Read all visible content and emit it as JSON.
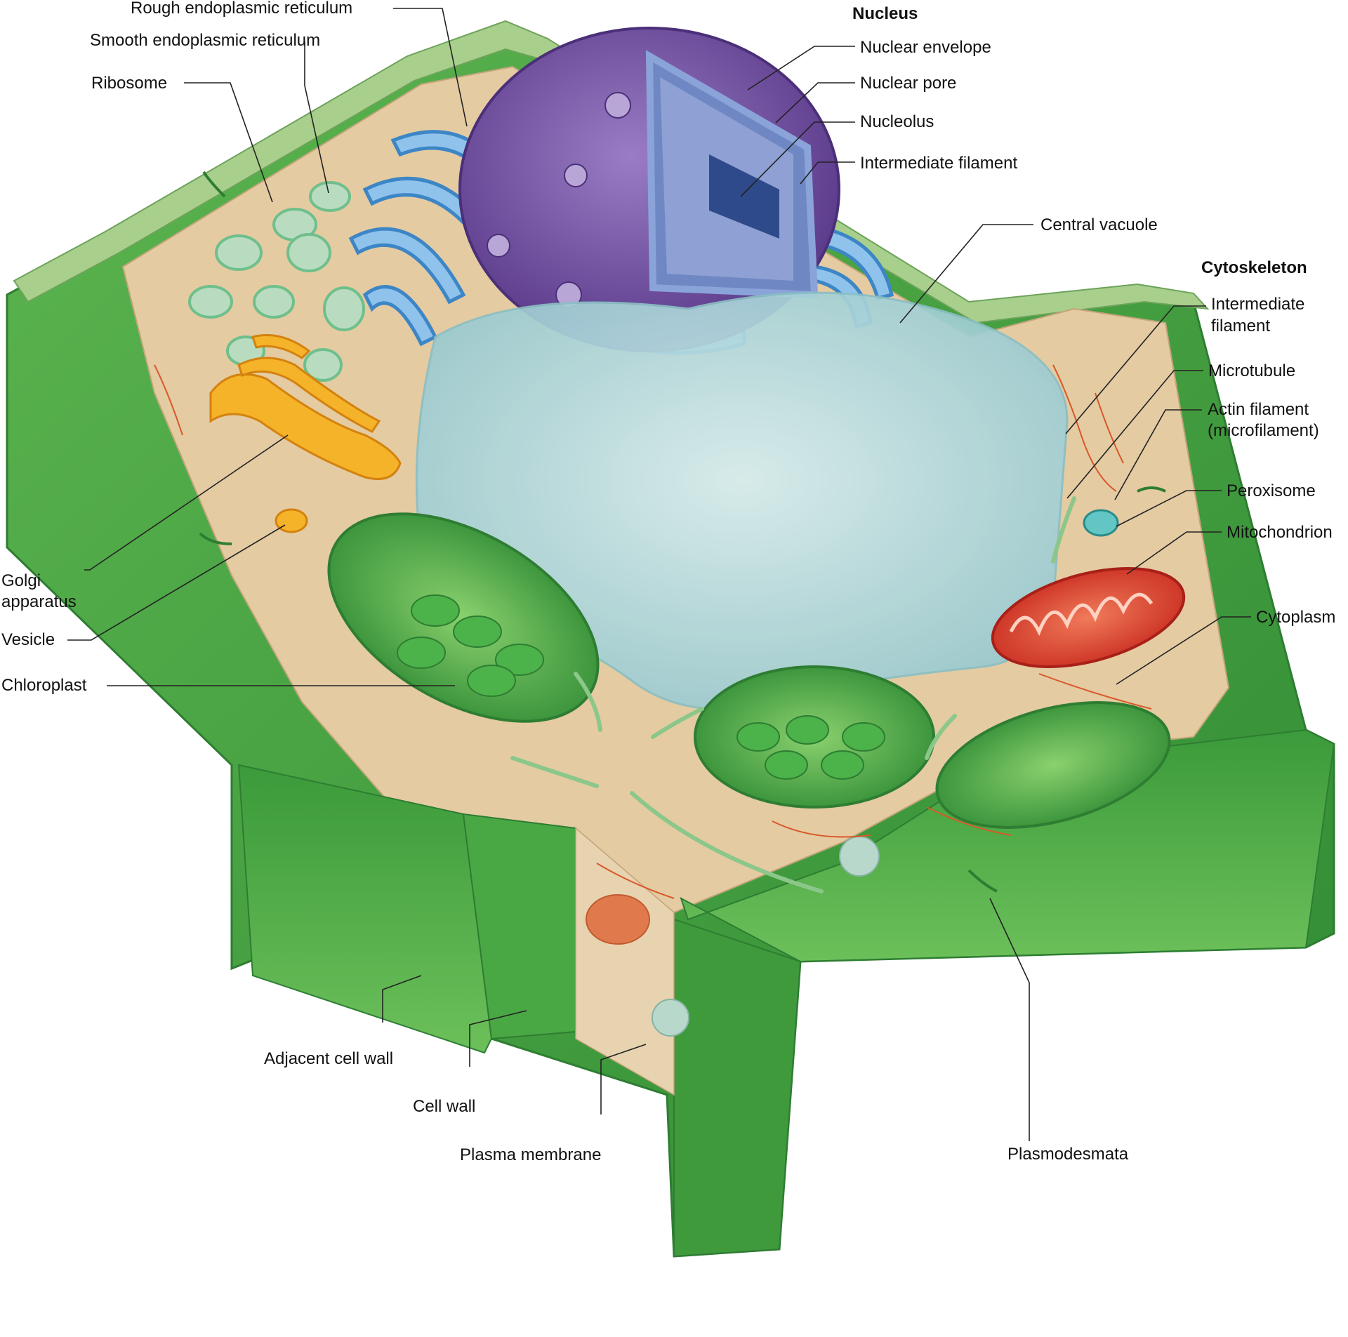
{
  "diagram": {
    "headings": {
      "nucleus": "Nucleus",
      "cytoskeleton": "Cytoskeleton"
    },
    "labels": {
      "rough_er": "Rough endoplasmic reticulum",
      "smooth_er": "Smooth endoplasmic reticulum",
      "ribosome": "Ribosome",
      "golgi_line1": "Golgi",
      "golgi_line2": "apparatus",
      "vesicle": "Vesicle",
      "chloroplast": "Chloroplast",
      "nuclear_envelope": "Nuclear envelope",
      "nuclear_pore": "Nuclear pore",
      "nucleolus": "Nucleolus",
      "intermediate_filament_nucleus": "Intermediate filament",
      "central_vacuole": "Central vacuole",
      "intermediate_filament_line1": "Intermediate",
      "intermediate_filament_line2": "filament",
      "microtubule": "Microtubule",
      "actin_line1": "Actin filament",
      "actin_line2": "(microfilament)",
      "peroxisome": "Peroxisome",
      "mitochondrion": "Mitochondrion",
      "cytoplasm": "Cytoplasm",
      "adjacent_cell_wall": "Adjacent cell wall",
      "cell_wall": "Cell wall",
      "plasma_membrane": "Plasma membrane",
      "plasmodesmata": "Plasmodesmata"
    },
    "colors": {
      "wall_dark": "#3f9a3c",
      "wall_light": "#a9cf8c",
      "cytoplasm": "#e4cba2",
      "nucleus": "#7a56a6",
      "vacuole": "#b4dbe0",
      "golgi": "#f0a21c",
      "mitochondrion": "#e0402b",
      "chloroplast": "#3c9e3b",
      "er": "#5aa2dc",
      "filament": "#d9582a"
    }
  }
}
